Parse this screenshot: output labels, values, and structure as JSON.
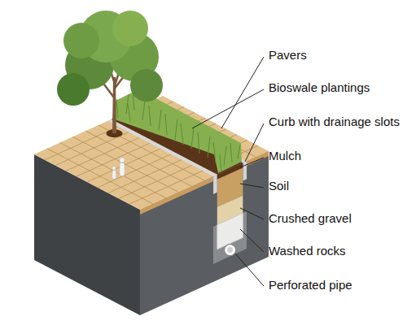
{
  "diagram": {
    "labels": [
      "Pavers",
      "Bioswale plantings",
      "Curb with drainage slots",
      "Mulch",
      "Soil",
      "Crushed gravel",
      "Washed rocks",
      "Perforated pipe"
    ]
  }
}
